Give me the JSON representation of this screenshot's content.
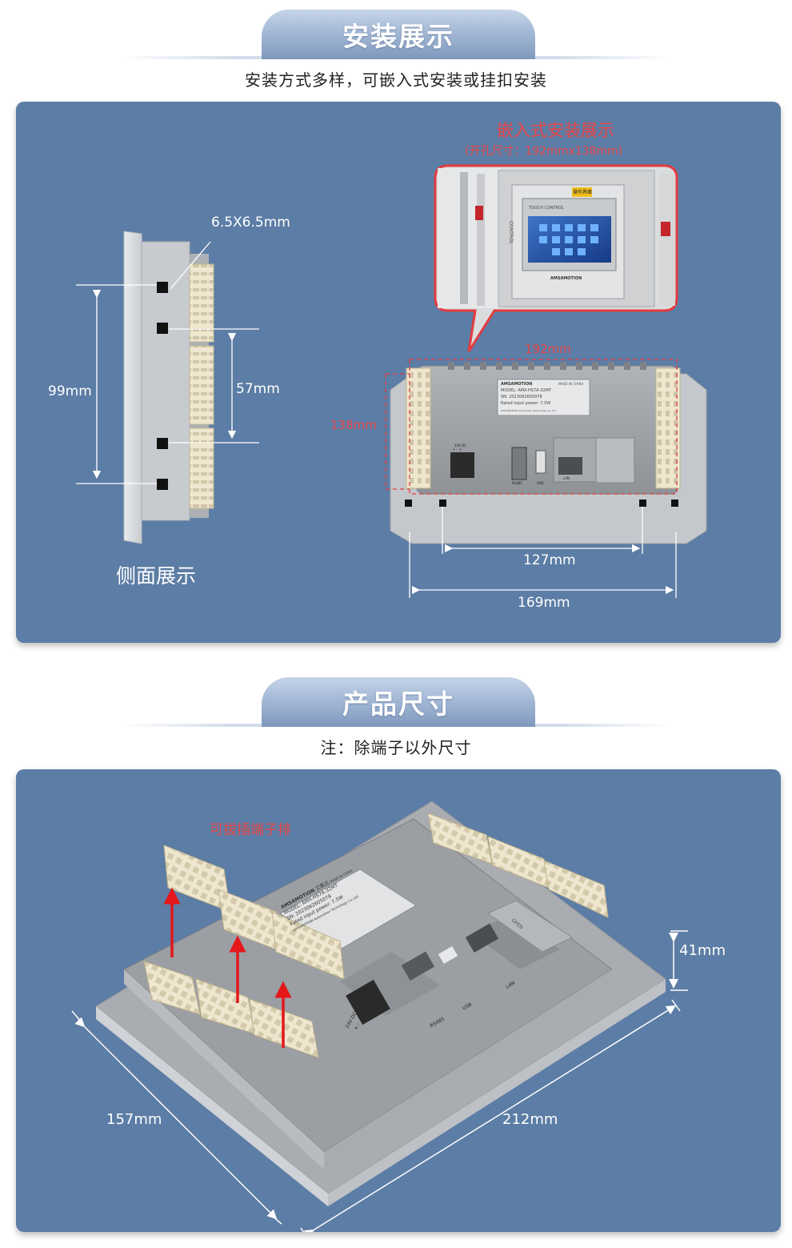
{
  "section1": {
    "title": "安装展示",
    "subtitle": "安装方式多样，可嵌入式安装或挂扣安装",
    "side_caption": "侧面展示",
    "hole_size": "6.5X6.5mm",
    "dim_99": "99mm",
    "dim_57": "57mm",
    "embed_title": "嵌入式安装展示",
    "embed_sub": "(开孔尺寸：192mmx138mm)",
    "dim_192": "192mm",
    "dim_138": "138mm",
    "dim_127": "127mm",
    "dim_169": "169mm",
    "screen_touch": "TOUCH CONTROL",
    "screen_brand": "AMSAMOTION",
    "panel_vertical": "CONTROL",
    "warning_sticker": "操作界面",
    "back_brand": "AMSAMOTION",
    "back_made": "MADE IN CHINA",
    "back_model": "MODEL: AMX-HS7A-32MT",
    "back_sn": "SN: 2023062605078",
    "back_power": "Rated input power: 7.5W",
    "back_company": "AMSAMOTION Automation Technology Co.,Ltd",
    "port_rs485": "RS485",
    "port_usb": "USB",
    "port_lan": "LAN",
    "power_label": "24V DC",
    "power_pins": "+  -  ⏚"
  },
  "section2": {
    "title": "产品尺寸",
    "subtitle": "注：除端子以外尺寸",
    "terminal_label": "可拔插端子排",
    "dim_41": "41mm",
    "dim_157": "157mm",
    "dim_212": "212mm",
    "brand": "AMSAMOTION",
    "brand_cn": "艾莫迅",
    "made": "MADE IN CHINA",
    "model": "MODEL: AMX-HS7A-32MT",
    "sn": "SN: 2023062605078",
    "power": "Rated input power: 7.5W",
    "company": "AMSAMOTION Automation Technology Co.,Ltd",
    "port_rs485": "RS485",
    "port_usb": "USB",
    "port_lan": "LAN",
    "power_label": "24V DC",
    "power_pins": "+  -",
    "cover_label": "OPEN"
  },
  "colors": {
    "panel_bg": "#5c7da5",
    "device_gray": "#9a9da2",
    "terminal": "#efe6cf",
    "accent_red": "#e84446"
  }
}
